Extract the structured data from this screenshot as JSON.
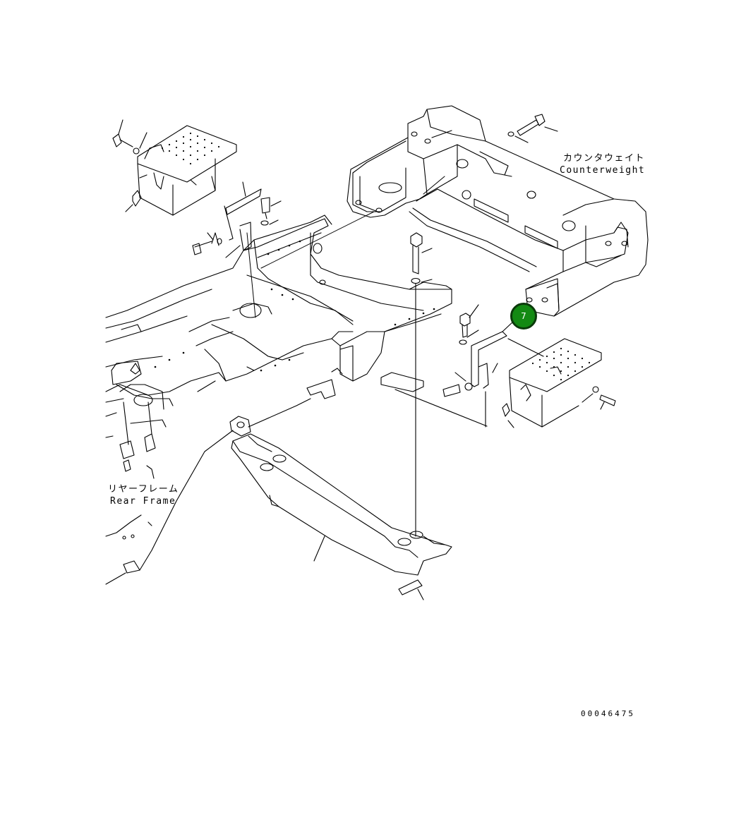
{
  "labels": {
    "counterweight_ja": "カウンタウェイト",
    "counterweight_en": "Counterweight",
    "rear_frame_ja": "リヤーフレーム",
    "rear_frame_en": "Rear Frame",
    "drawing_number": "00046475"
  },
  "callouts": [
    {
      "number": "7",
      "color": "#138a13"
    }
  ]
}
